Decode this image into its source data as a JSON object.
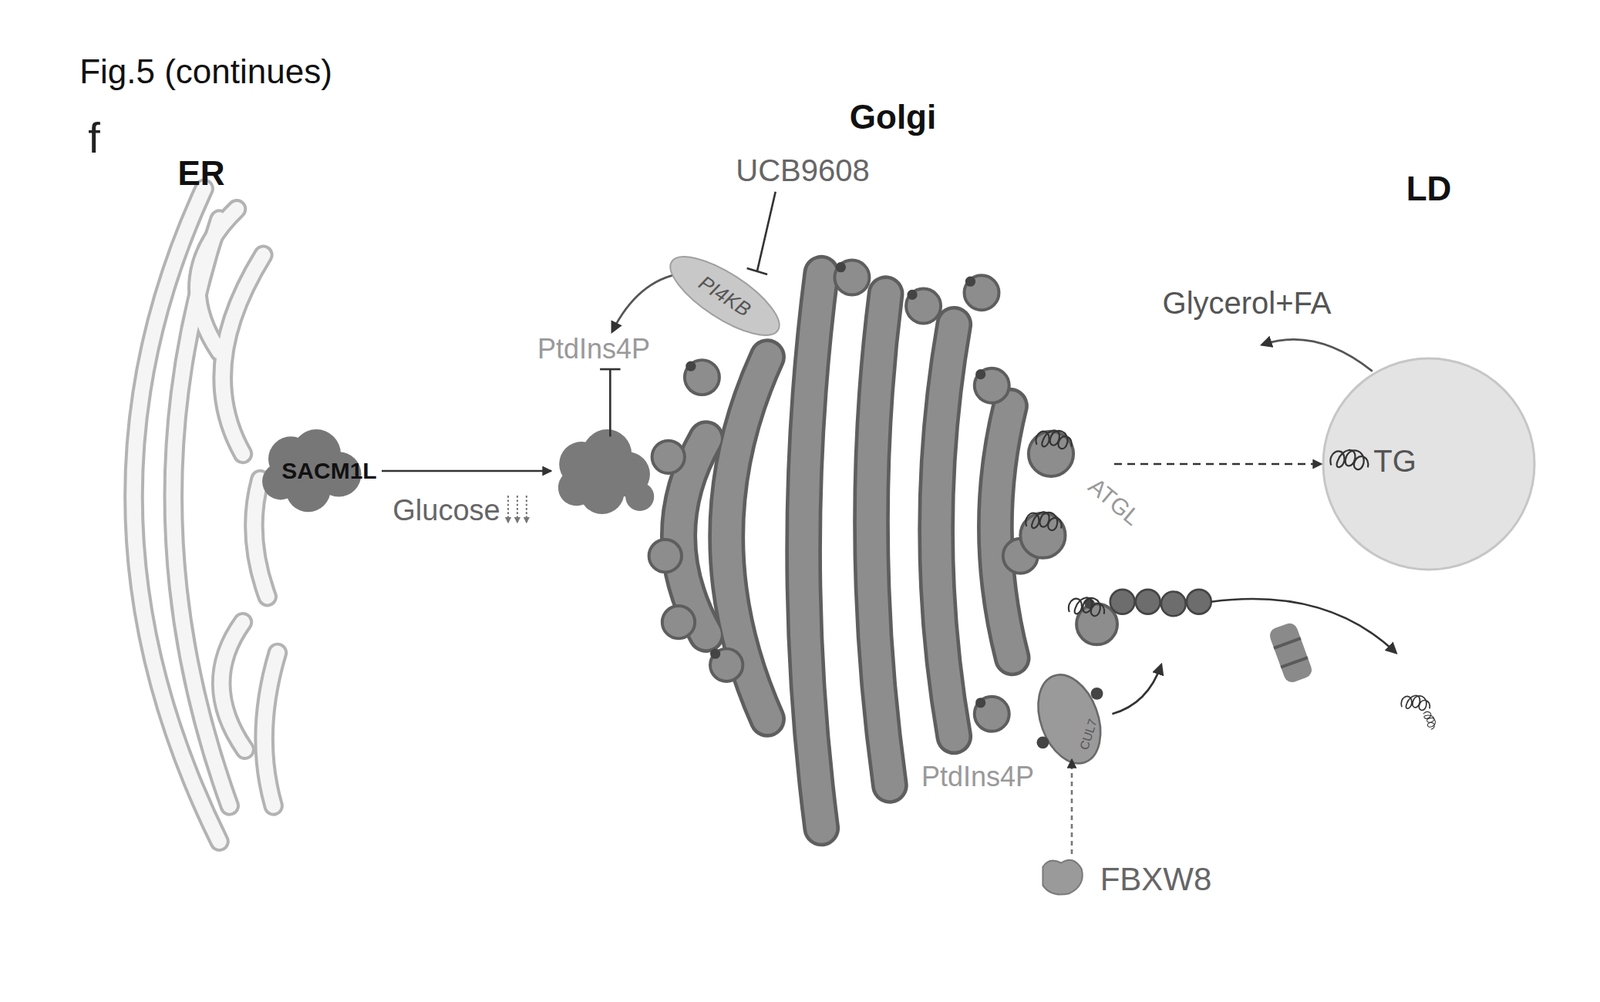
{
  "diagram": {
    "title": "Fig.5 (continues)",
    "nodes": [
      {
        "text": [
          "ER"
        ]
      },
      {
        "text": [
          "SACM1L"
        ],
        "in": 0
      },
      {
        "text": [
          "Golgi"
        ]
      },
      {
        "text": [
          "PI4KB"
        ],
        "in": 2
      },
      {
        "text": [
          "CUL7"
        ],
        "in": 2
      },
      {
        "text": [
          "TG"
        ]
      },
      {
        "text": [
          "FBXW8"
        ]
      }
    ],
    "edges": [
      {
        "from": 1,
        "to": 2,
        "arrow": "to",
        "label": "Glucose"
      },
      {
        "from": 2,
        "to": 5,
        "arrow": "to"
      },
      {
        "from": 6,
        "to": 4,
        "arrow": "to"
      }
    ],
    "labels": [
      "f",
      "UCB9608",
      "PtdIns4P",
      "PtdIns4P",
      "Glycerol+FA",
      "ATGL",
      "LD"
    ]
  }
}
